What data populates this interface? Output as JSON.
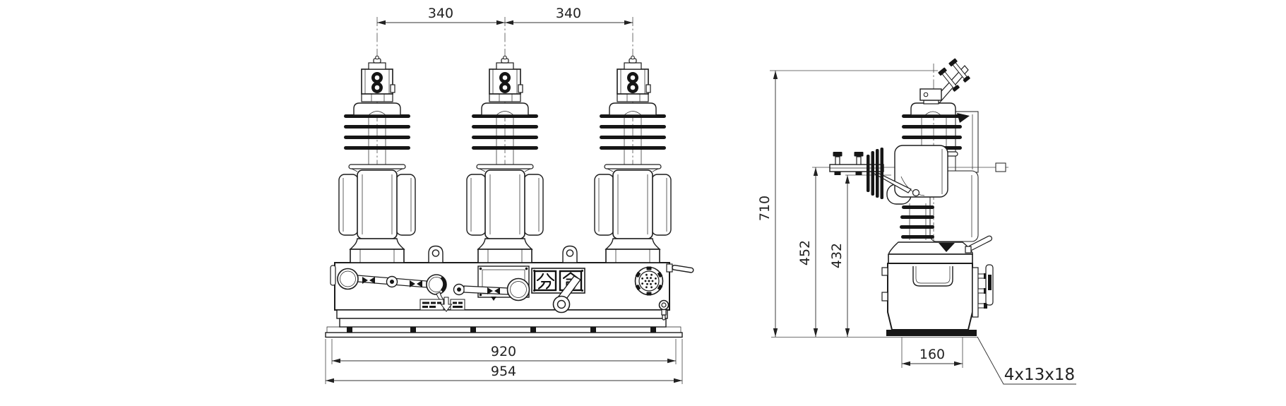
{
  "front_view": {
    "dim_pole_spacing_left": "340",
    "dim_pole_spacing_right": "340",
    "dim_base_mounting": "920",
    "dim_base_overall": "954",
    "indicator": {
      "open": "分",
      "close": "合"
    }
  },
  "side_view": {
    "dim_overall_height": "710",
    "dim_terminal_upper": "452",
    "dim_terminal_lower": "432",
    "dim_base_width": "160",
    "mounting_slot_note": "4x13x18"
  },
  "colors": {
    "line": "#1c1c1c",
    "dimension": "#333333",
    "background": "#ffffff"
  }
}
